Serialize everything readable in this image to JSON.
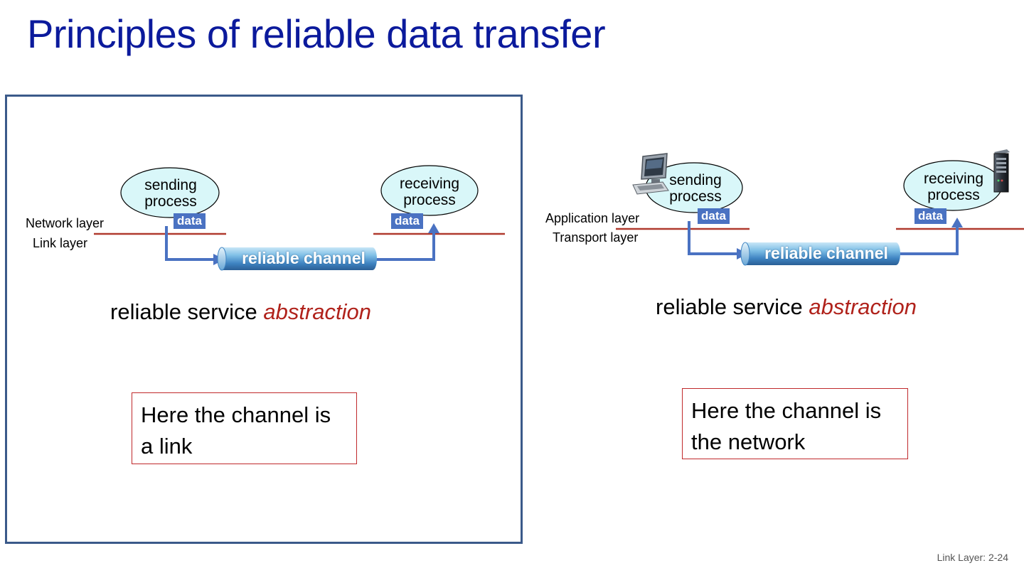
{
  "title": "Principles of reliable data transfer",
  "left": {
    "upper_layer": "Network layer",
    "lower_layer": "Link layer",
    "sender": [
      "sending",
      "process"
    ],
    "receiver": [
      "receiving",
      "process"
    ],
    "data_label": "data",
    "channel": "reliable channel",
    "service_text": "reliable service ",
    "service_emphasis": "abstraction",
    "note_line1": "Here the channel is",
    "note_line2": "a link"
  },
  "right": {
    "upper_layer": "Application layer",
    "lower_layer": "Transport layer",
    "sender": [
      "sending",
      "process"
    ],
    "receiver": [
      "receiving",
      "process"
    ],
    "data_label": "data",
    "channel": "reliable channel",
    "service_text": "reliable service ",
    "service_emphasis": "abstraction",
    "note_line1": "Here the channel is",
    "note_line2": "the network"
  },
  "footer": "Link Layer: 2-24",
  "colors": {
    "title": "#0b1a9c",
    "layer_line": "#b03a2e",
    "arrow": "#4a72c2",
    "process_fill": "#d9f7f9",
    "emphasis": "#b0221b",
    "note_border": "#c0292b",
    "frame": "#3b5a8a"
  },
  "icons": [
    "desktop-computer-icon",
    "server-tower-icon"
  ]
}
